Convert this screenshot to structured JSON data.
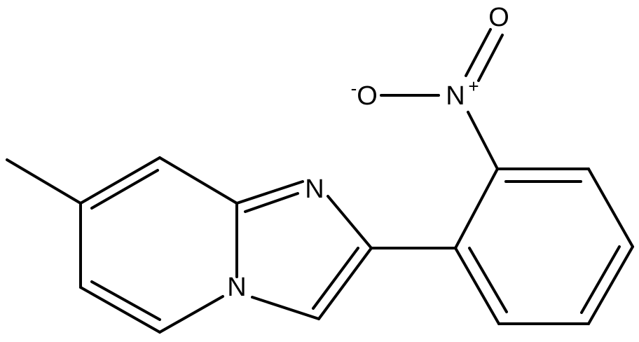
{
  "molecule": {
    "atoms": {
      "n_ring": "N",
      "n_bridge": "N",
      "n_nitro": "N",
      "o_double": "O",
      "o_single": "O"
    },
    "charges": {
      "n_nitro": "+",
      "o_single": "-"
    }
  },
  "colors": {
    "ink": "#000000",
    "background": "#ffffff"
  }
}
